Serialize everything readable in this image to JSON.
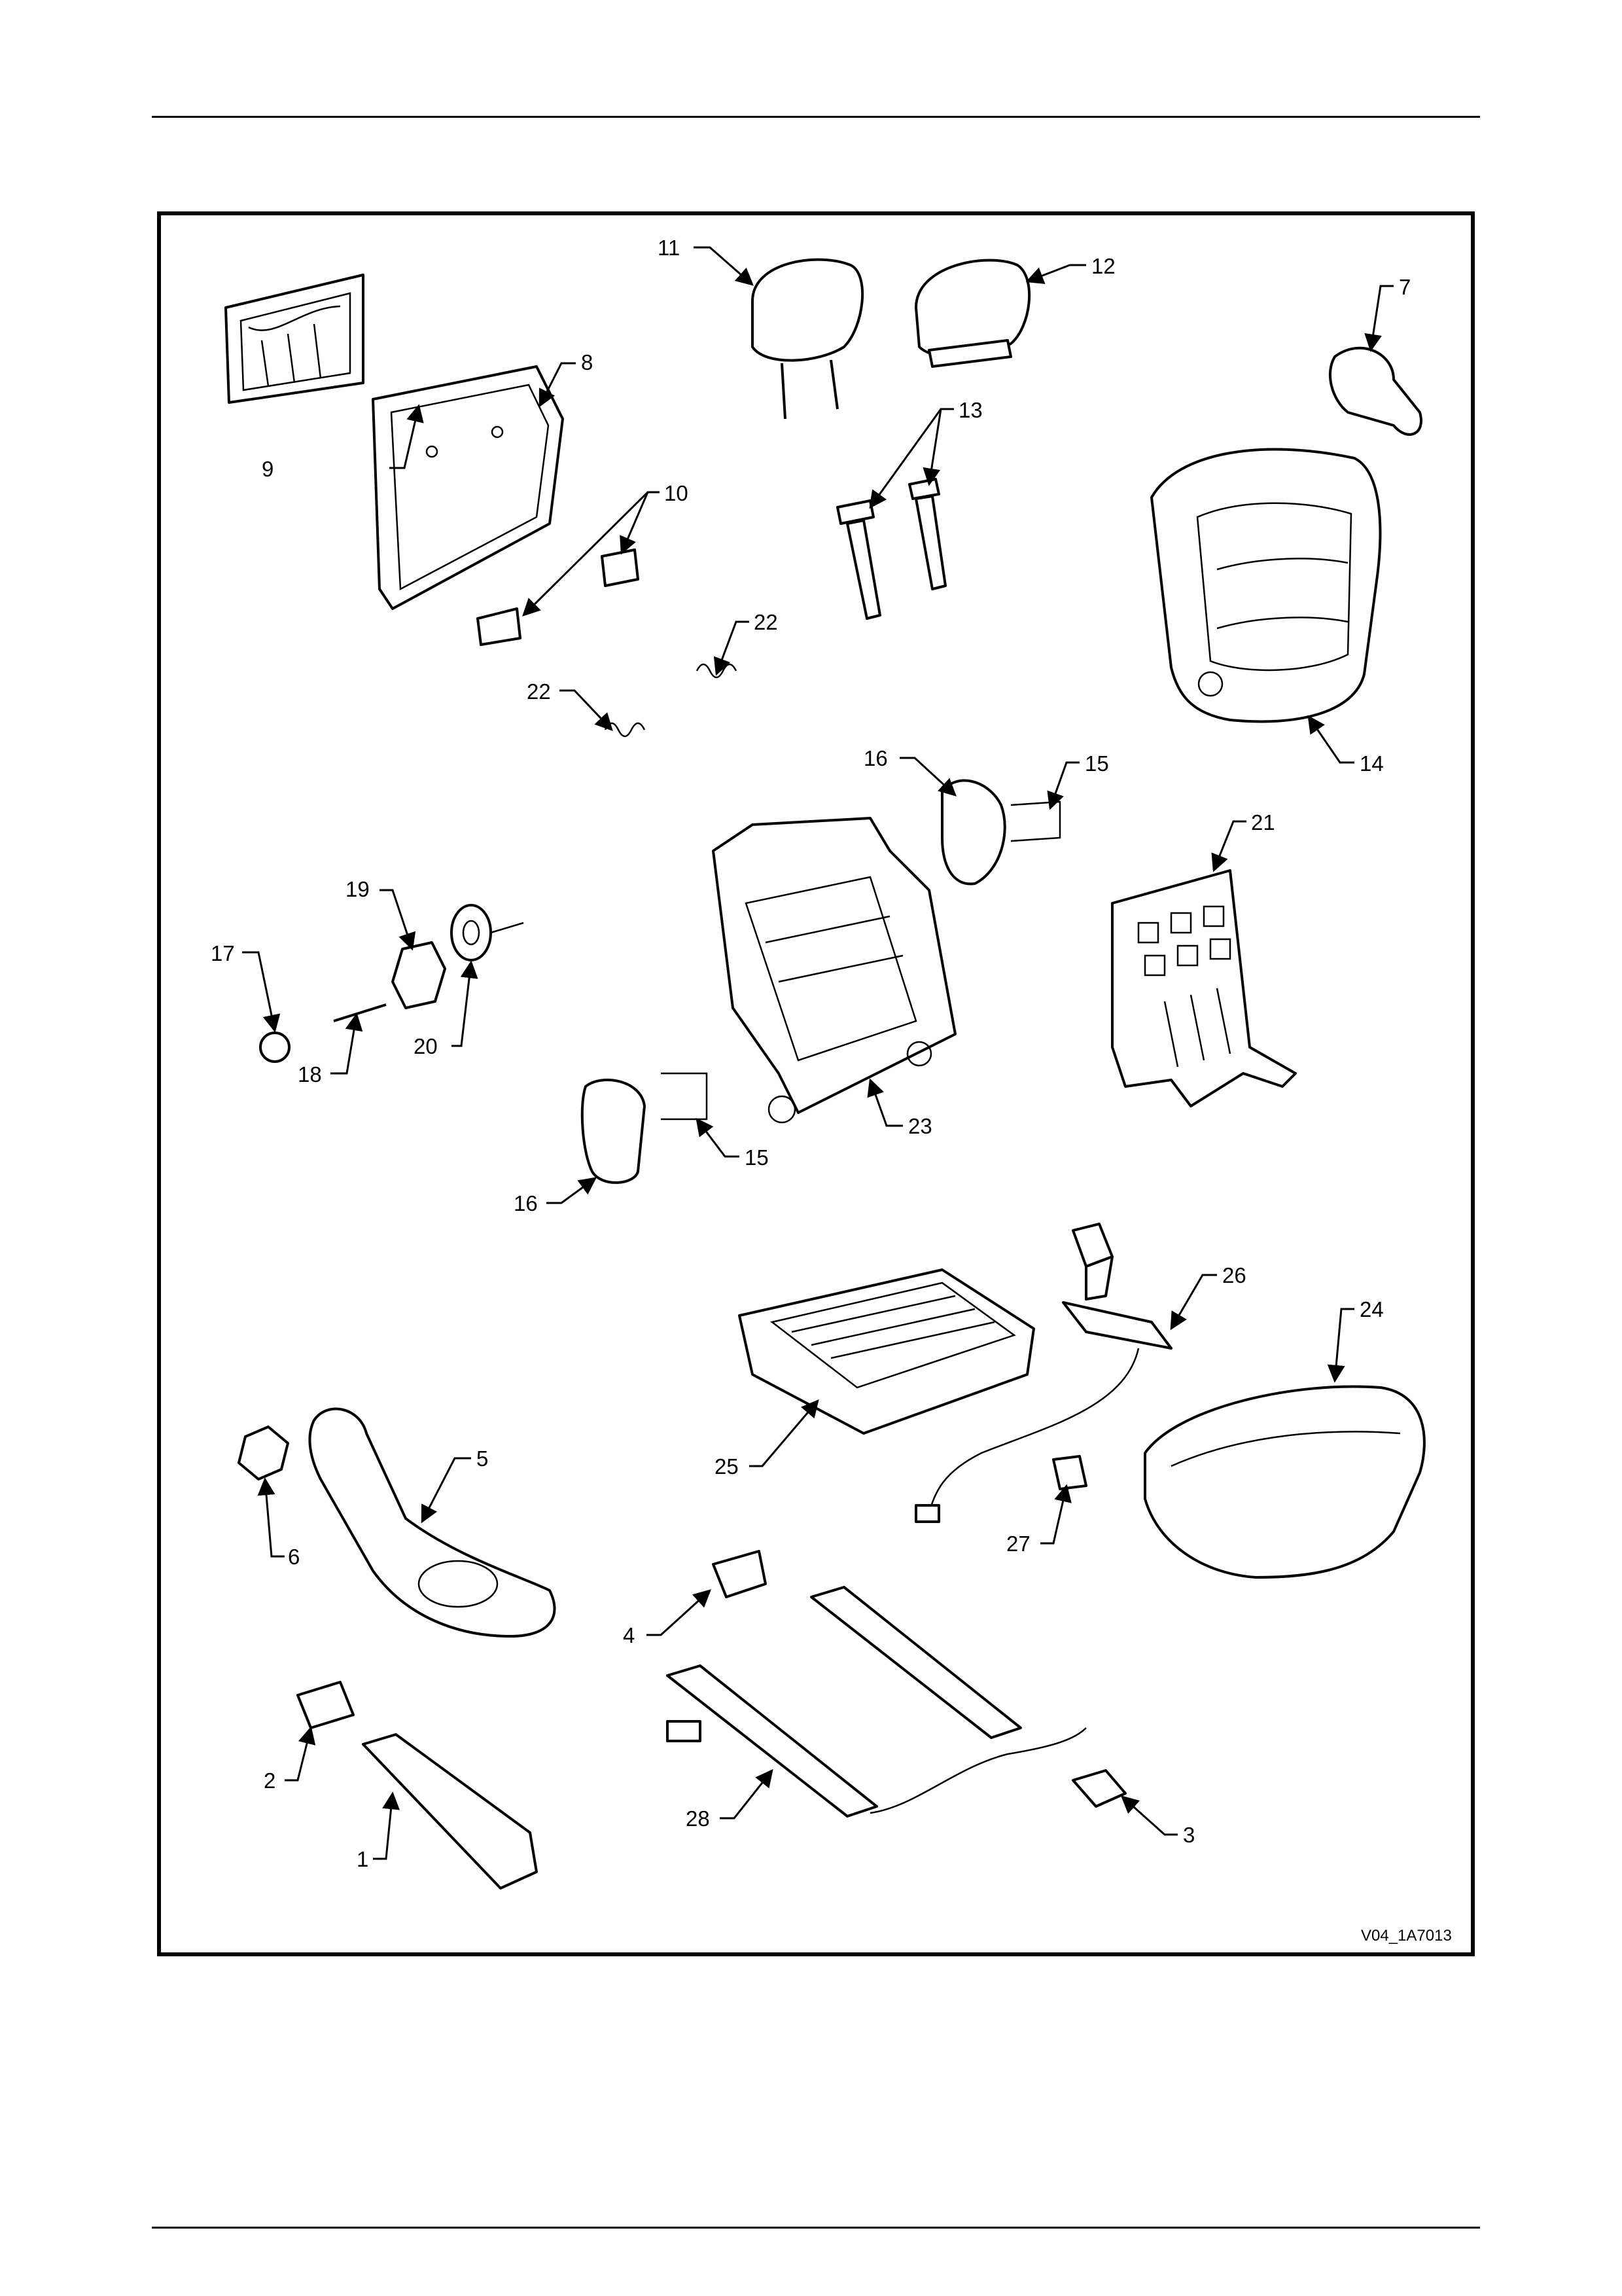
{
  "figure": {
    "id_label": "V04_1A7013"
  },
  "callouts": [
    {
      "num": "1"
    },
    {
      "num": "2"
    },
    {
      "num": "3"
    },
    {
      "num": "4"
    },
    {
      "num": "5"
    },
    {
      "num": "6"
    },
    {
      "num": "7"
    },
    {
      "num": "8"
    },
    {
      "num": "9"
    },
    {
      "num": "10"
    },
    {
      "num": "11"
    },
    {
      "num": "12"
    },
    {
      "num": "13"
    },
    {
      "num": "14"
    },
    {
      "num": "15"
    },
    {
      "num": "15"
    },
    {
      "num": "16"
    },
    {
      "num": "16"
    },
    {
      "num": "17"
    },
    {
      "num": "18"
    },
    {
      "num": "19"
    },
    {
      "num": "20"
    },
    {
      "num": "21"
    },
    {
      "num": "22"
    },
    {
      "num": "22"
    },
    {
      "num": "23"
    },
    {
      "num": "24"
    },
    {
      "num": "25"
    },
    {
      "num": "26"
    },
    {
      "num": "27"
    },
    {
      "num": "28"
    }
  ]
}
